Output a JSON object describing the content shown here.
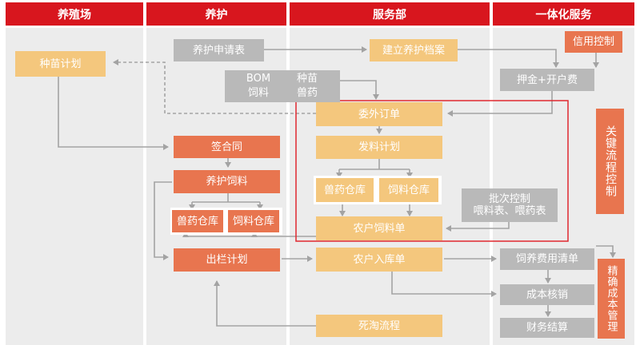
{
  "headers": [
    "养殖场",
    "养护",
    "服务部",
    "一体化服务"
  ],
  "farm": {
    "seedling_plan": "种苗计划"
  },
  "care": {
    "application_form": "养护申请表",
    "bom_label": "BOM",
    "seedling": "种苗",
    "feed": "饲料",
    "vet_medicine": "兽药",
    "sign_contract": "签合同",
    "care_feeding": "养护饲料",
    "vet_warehouse": "兽药仓库",
    "feed_warehouse": "饲料仓库",
    "outgoing_plan": "出栏计划"
  },
  "service": {
    "create_archive": "建立养护档案",
    "outsource_order": "委外订单",
    "dispatch_plan": "发料计划",
    "vet_warehouse": "兽药仓库",
    "feed_warehouse": "饲料仓库",
    "batch_control": [
      "批次控制",
      "喂料表、喂药表"
    ],
    "farmer_feed_order": "农户饲料单",
    "farmer_inbound": "农户入库单",
    "culling_process": "死淘流程"
  },
  "integrated": {
    "credit_control": "信用控制",
    "deposit_fee": "押金+开户费",
    "key_process_control": "关键流程控制",
    "feed_cost_list": "饲养费用清单",
    "cost_verification": "成本核销",
    "financial_settlement": "财务结算",
    "precise_cost_mgmt": "精确成本管理"
  },
  "colors": {
    "header_red": "#d8161e",
    "yellow": "#f4c77d",
    "orange": "#e8754f",
    "gray": "#b9b9b9",
    "highlight": "#e0282e"
  }
}
